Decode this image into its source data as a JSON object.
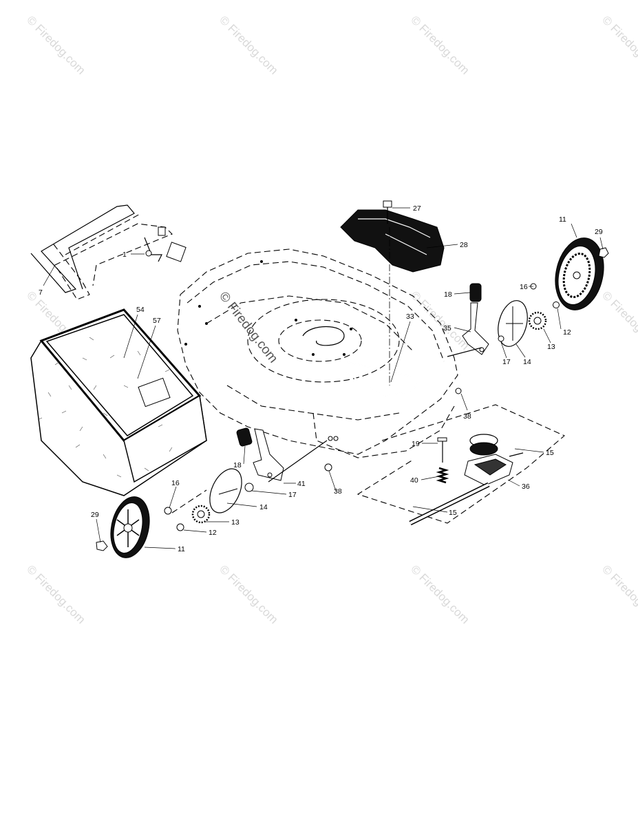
{
  "watermarks": [
    {
      "text": "© Firedog.com"
    },
    {
      "text": "© Firedog.com"
    },
    {
      "text": "© Firedog.com"
    },
    {
      "text": "© Firedog.com"
    },
    {
      "text": "© Firedog.com"
    },
    {
      "text": "© Firedog.com"
    },
    {
      "text": "© Firedog.com"
    },
    {
      "text": "© Firedog.com"
    },
    {
      "text": "© Firedog.com"
    },
    {
      "text": "© Firedog.com"
    },
    {
      "text": "© Firedog.com"
    }
  ],
  "center_watermark": "© Firedog.com",
  "callouts": [
    "27",
    "28",
    "11",
    "29",
    "1",
    "7",
    "16",
    "18",
    "33",
    "35",
    "12",
    "13",
    "17",
    "14",
    "54",
    "57",
    "38",
    "19",
    "15",
    "40",
    "36",
    "18",
    "41",
    "17",
    "38",
    "16",
    "14",
    "29",
    "13",
    "12",
    "11",
    "15"
  ],
  "colors": {
    "ink": "#000000",
    "watermark": "#d9d9d9"
  }
}
